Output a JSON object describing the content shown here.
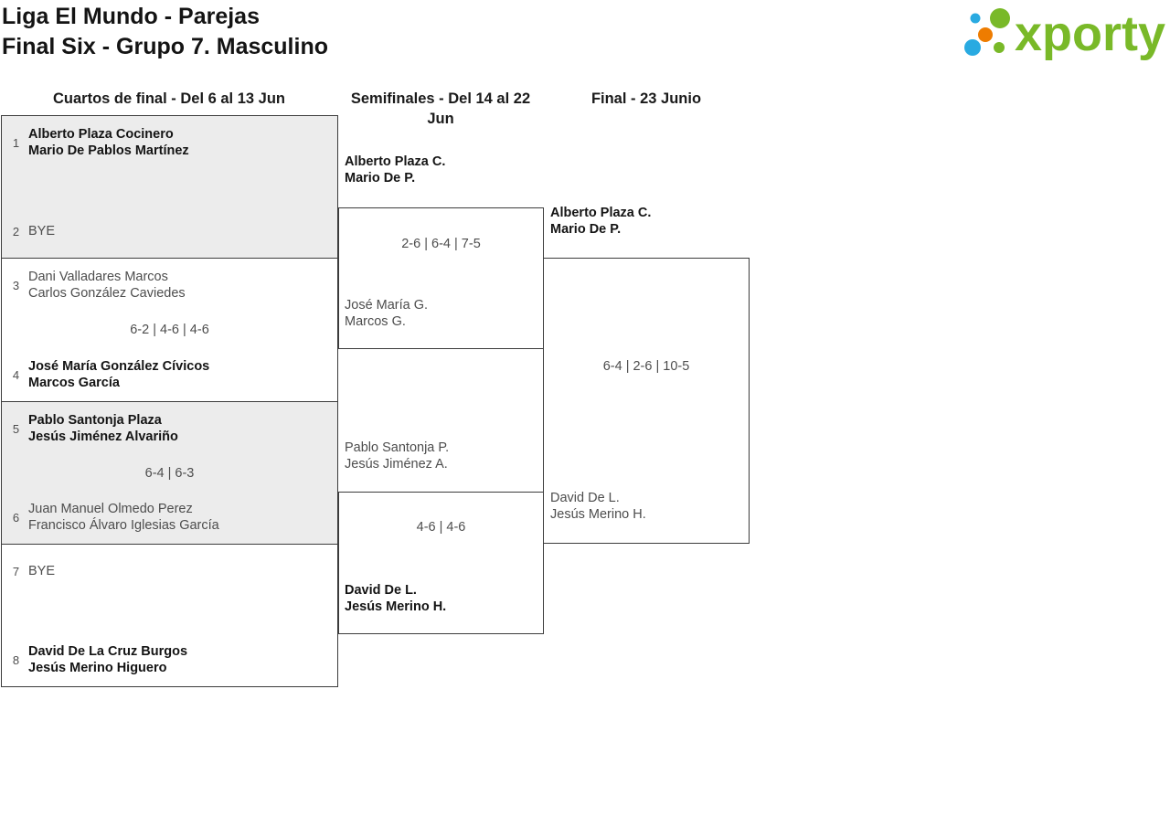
{
  "header": {
    "title_line1": "Liga El Mundo - Parejas",
    "title_line2": "Final Six - Grupo 7. Masculino"
  },
  "logo": {
    "text": "xporty"
  },
  "rounds": {
    "quarterfinals_label": "Cuartos de final - Del 6 al 13 Jun",
    "semifinals_label": "Semifinales - Del 14 al 22 Jun",
    "final_label": "Final - 23 Junio"
  },
  "quarterfinals": [
    {
      "score": "",
      "top": {
        "seed": "1",
        "player1": "Alberto Plaza Cocinero",
        "player2": "Mario De Pablos Martínez",
        "winner": true
      },
      "bottom": {
        "seed": "2",
        "player1": "BYE",
        "winner": false
      }
    },
    {
      "score": "6-2 | 4-6 | 4-6",
      "top": {
        "seed": "3",
        "player1": "Dani Valladares Marcos",
        "player2": "Carlos González Caviedes",
        "winner": false
      },
      "bottom": {
        "seed": "4",
        "player1": "José María González Cívicos",
        "player2": "Marcos García",
        "winner": true
      }
    },
    {
      "score": "6-4 | 6-3",
      "top": {
        "seed": "5",
        "player1": "Pablo Santonja Plaza",
        "player2": "Jesús Jiménez Alvariño",
        "winner": true
      },
      "bottom": {
        "seed": "6",
        "player1": "Juan Manuel Olmedo Perez",
        "player2": "Francisco Álvaro Iglesias García",
        "winner": false
      }
    },
    {
      "score": "",
      "top": {
        "seed": "7",
        "player1": "BYE",
        "winner": false
      },
      "bottom": {
        "seed": "8",
        "player1": "David De La Cruz Burgos",
        "player2": "Jesús Merino Higuero",
        "winner": true
      }
    }
  ],
  "semifinals": [
    {
      "score": "2-6 | 6-4 | 7-5",
      "top": {
        "player1": "Alberto Plaza C.",
        "player2": "Mario De P.",
        "winner": true
      },
      "bottom": {
        "player1": "José María G.",
        "player2": "Marcos G.",
        "winner": false
      }
    },
    {
      "score": "4-6 | 4-6",
      "top": {
        "player1": "Pablo Santonja P.",
        "player2": "Jesús Jiménez A.",
        "winner": false
      },
      "bottom": {
        "player1": "David De L.",
        "player2": "Jesús Merino H.",
        "winner": true
      }
    }
  ],
  "final": {
    "score": "6-4 | 2-6 | 10-5",
    "top": {
      "player1": "Alberto Plaza C.",
      "player2": "Mario De P.",
      "winner": true
    },
    "bottom": {
      "player1": "David De L.",
      "player2": "Jesús Merino H.",
      "winner": false
    }
  },
  "colors": {
    "logo-green": "#79b928",
    "logo-blue": "#29aae1",
    "logo-orange": "#ee7c00",
    "border": "#3c3c3c",
    "block-gray": "#ececec",
    "text-dark": "#141414",
    "text-normal": "#4d4d4d"
  }
}
